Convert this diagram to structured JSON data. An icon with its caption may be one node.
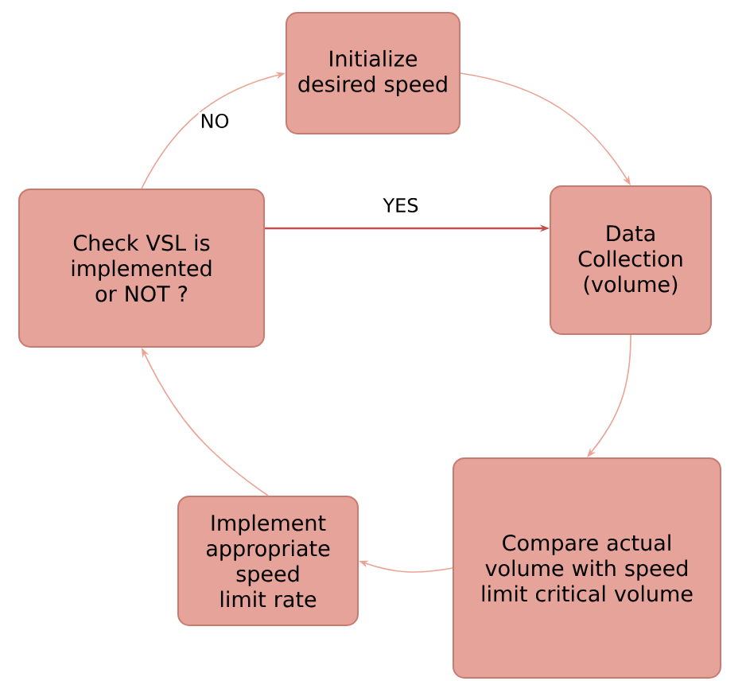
{
  "diagram": {
    "nodes": [
      {
        "text": [
          "Initialize desired speed"
        ]
      },
      {
        "text": [
          "Data Collection (volume)"
        ]
      },
      {
        "text": [
          "Compare actual volume with speed limit critical volume"
        ]
      },
      {
        "text": [
          "Implement appropriate speed limit rate"
        ]
      },
      {
        "text": [
          "Check VSL is implemented or NOT ?"
        ]
      }
    ],
    "edges": [
      {
        "from": 0,
        "to": 1,
        "arrow": "to"
      },
      {
        "from": 1,
        "to": 2,
        "arrow": "to"
      },
      {
        "from": 2,
        "to": 3,
        "arrow": "to"
      },
      {
        "from": 3,
        "to": 4,
        "arrow": "to"
      },
      {
        "from": 4,
        "to": 0,
        "arrow": "to",
        "label": "NO"
      },
      {
        "from": 4,
        "to": 1,
        "arrow": "to",
        "label": "YES",
        "color": "#c0504d"
      }
    ]
  }
}
